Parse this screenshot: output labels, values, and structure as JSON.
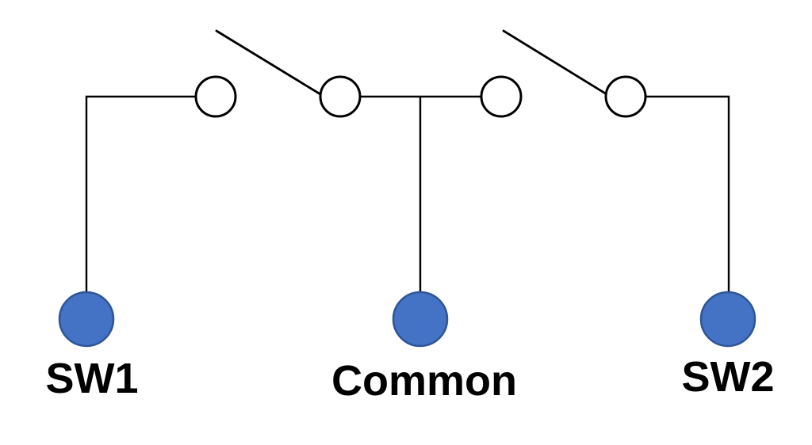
{
  "diagram": {
    "description": "Two-switch circuit diagram with a shared common rail; both switch levers are open",
    "terminals": [
      {
        "id": "sw1",
        "label": "SW1"
      },
      {
        "id": "common",
        "label": "Common"
      },
      {
        "id": "sw2",
        "label": "SW2"
      }
    ],
    "switches": [
      {
        "id": "switch-1",
        "state": "open"
      },
      {
        "id": "switch-2",
        "state": "open"
      }
    ]
  },
  "colors": {
    "terminal_fill": "#4472C4",
    "terminal_stroke": "#2F5597",
    "contact_fill": "#FFFFFF",
    "wire": "#000000",
    "label_color": "#000000",
    "background": "#FFFFFF"
  }
}
